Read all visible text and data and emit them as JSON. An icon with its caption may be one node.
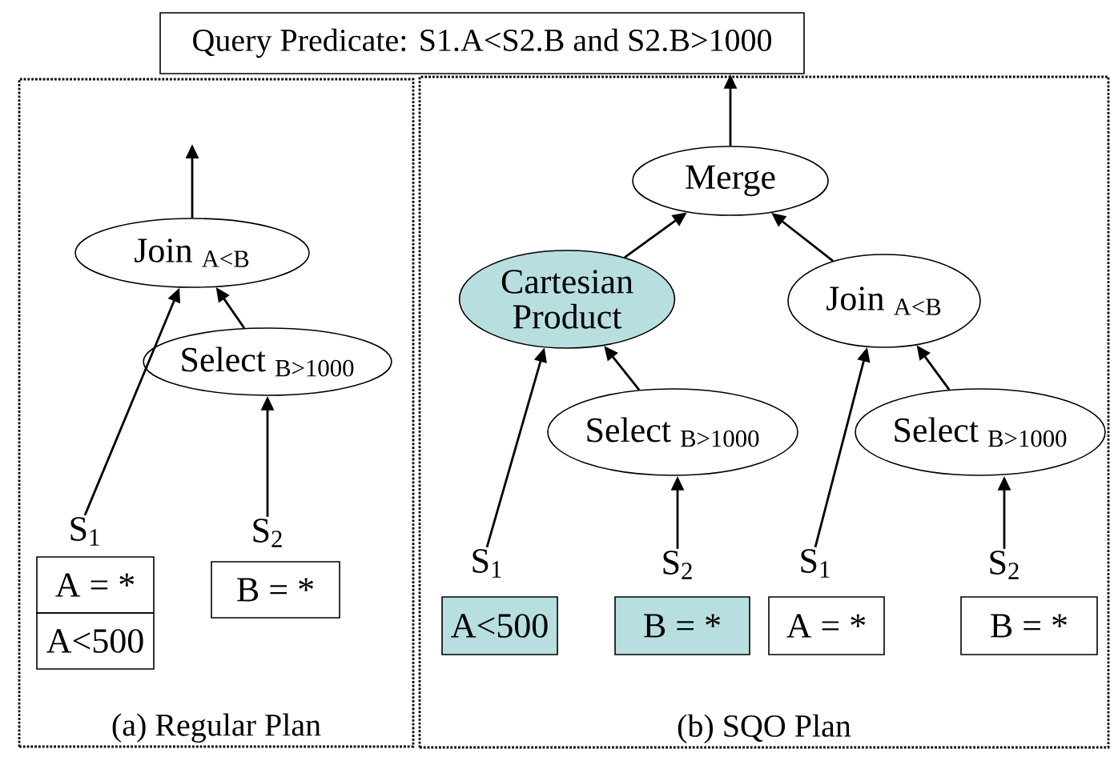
{
  "diagram": {
    "nodes": [
      {
        "text": [
          "Query Predicate: S1.A<S2.B and S2.B>1000"
        ]
      },
      {
        "text": [
          "(a) Regular Plan"
        ]
      },
      {
        "text": [
          "Join $_{A<B}$"
        ],
        "in": 1
      },
      {
        "text": [
          "Select $_{B>1000}$"
        ],
        "in": 1
      },
      {
        "text": [
          "S$_{1}$"
        ],
        "in": 1
      },
      {
        "text": [
          "S$_{2}$"
        ],
        "in": 1
      },
      {
        "text": [
          "A = *"
        ],
        "in": 1
      },
      {
        "text": [
          "A<500"
        ],
        "in": 1
      },
      {
        "text": [
          "B = *"
        ],
        "in": 1
      },
      {
        "text": [
          "(b) SQO Plan"
        ]
      },
      {
        "text": [
          "Merge"
        ],
        "in": 9
      },
      {
        "text": [
          "Cartesian Product"
        ],
        "in": 9
      },
      {
        "text": [
          "Join $_{A<B}$"
        ],
        "in": 9
      },
      {
        "text": [
          "Select $_{B>1000}$"
        ],
        "in": 9
      },
      {
        "text": [
          "Select $_{B>1000}$"
        ],
        "in": 9
      },
      {
        "text": [
          "S$_{1}$"
        ],
        "in": 9
      },
      {
        "text": [
          "S$_{2}$"
        ],
        "in": 9
      },
      {
        "text": [
          "S$_{1}$"
        ],
        "in": 9
      },
      {
        "text": [
          "S$_{2}$"
        ],
        "in": 9
      },
      {
        "text": [
          "A<500"
        ],
        "in": 9
      },
      {
        "text": [
          "B = *"
        ],
        "in": 9
      },
      {
        "text": [
          "A = *"
        ],
        "in": 9
      },
      {
        "text": [
          "B = *"
        ],
        "in": 9
      }
    ],
    "edges": [
      {
        "from": 2,
        "to": null,
        "arrow": "to"
      },
      {
        "from": 4,
        "to": 2,
        "arrow": "to"
      },
      {
        "from": 5,
        "to": 3,
        "arrow": "to"
      },
      {
        "from": 3,
        "to": 2,
        "arrow": "to"
      },
      {
        "from": 10,
        "to": 0,
        "arrow": "to"
      },
      {
        "from": 11,
        "to": 10,
        "arrow": "to"
      },
      {
        "from": 12,
        "to": 10,
        "arrow": "to"
      },
      {
        "from": 15,
        "to": 11,
        "arrow": "to"
      },
      {
        "from": 13,
        "to": 11,
        "arrow": "to"
      },
      {
        "from": 16,
        "to": 13,
        "arrow": "to"
      },
      {
        "from": 17,
        "to": 12,
        "arrow": "to"
      },
      {
        "from": 14,
        "to": 12,
        "arrow": "to"
      },
      {
        "from": 18,
        "to": 14,
        "arrow": "to"
      }
    ]
  }
}
